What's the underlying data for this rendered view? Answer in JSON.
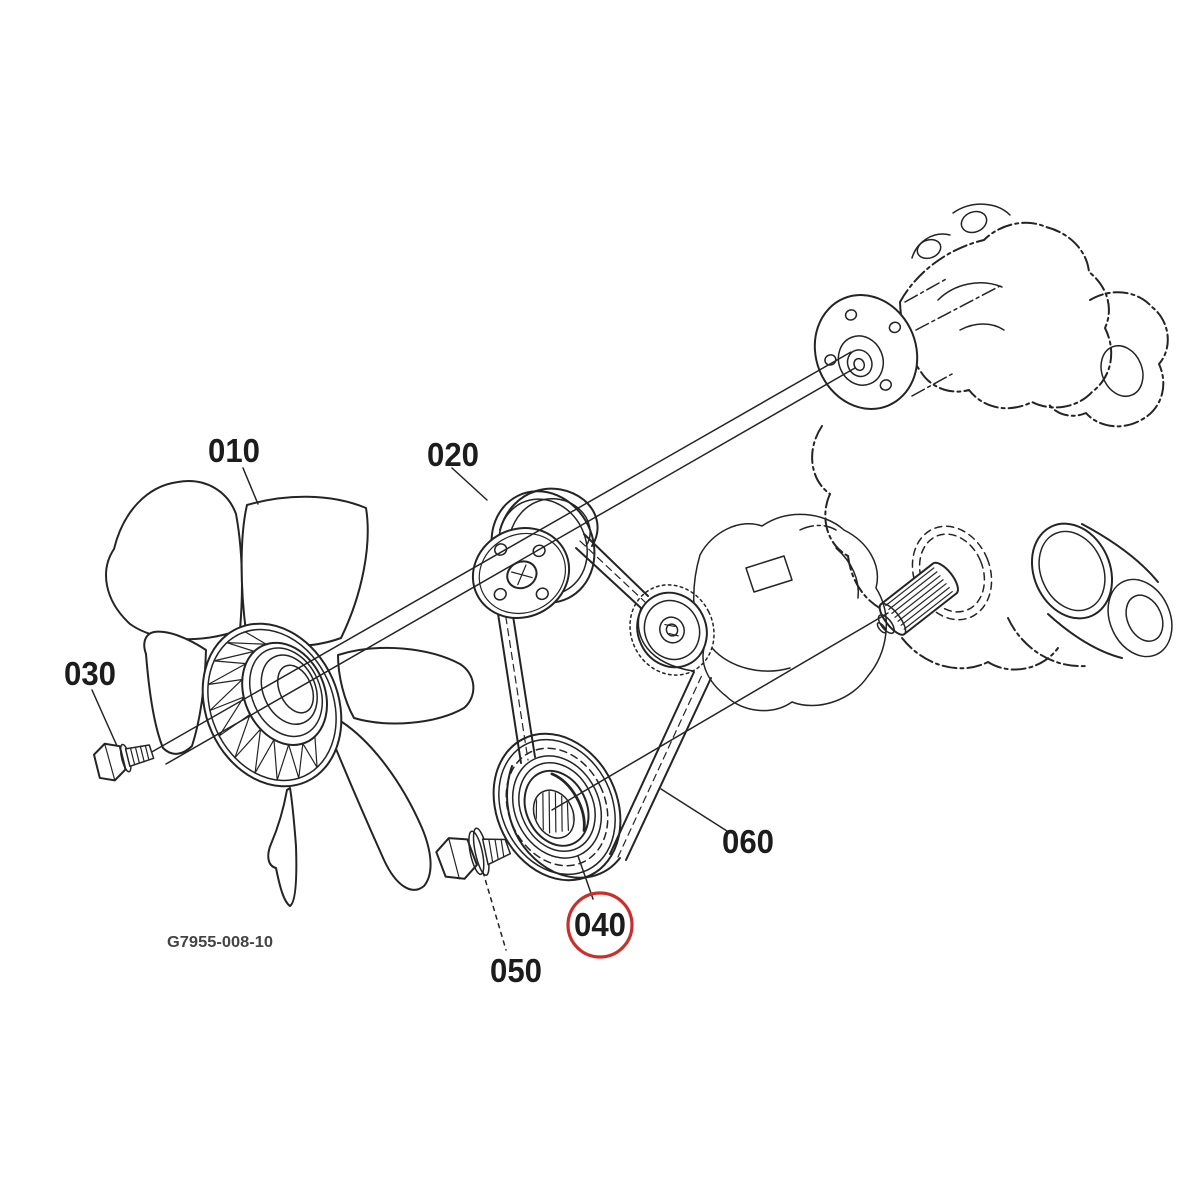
{
  "diagram": {
    "type": "exploded-parts-diagram",
    "drawing_number": "G7955-008-10",
    "callouts": [
      {
        "label": "010"
      },
      {
        "label": "020"
      },
      {
        "label": "030"
      },
      {
        "label": "040",
        "highlighted": true
      },
      {
        "label": "050"
      },
      {
        "label": "060"
      }
    ],
    "highlight": {
      "label": "040",
      "shape": "circle",
      "color": "#c9302c"
    },
    "colors": {
      "line": "#242424",
      "background": "#ffffff"
    }
  }
}
